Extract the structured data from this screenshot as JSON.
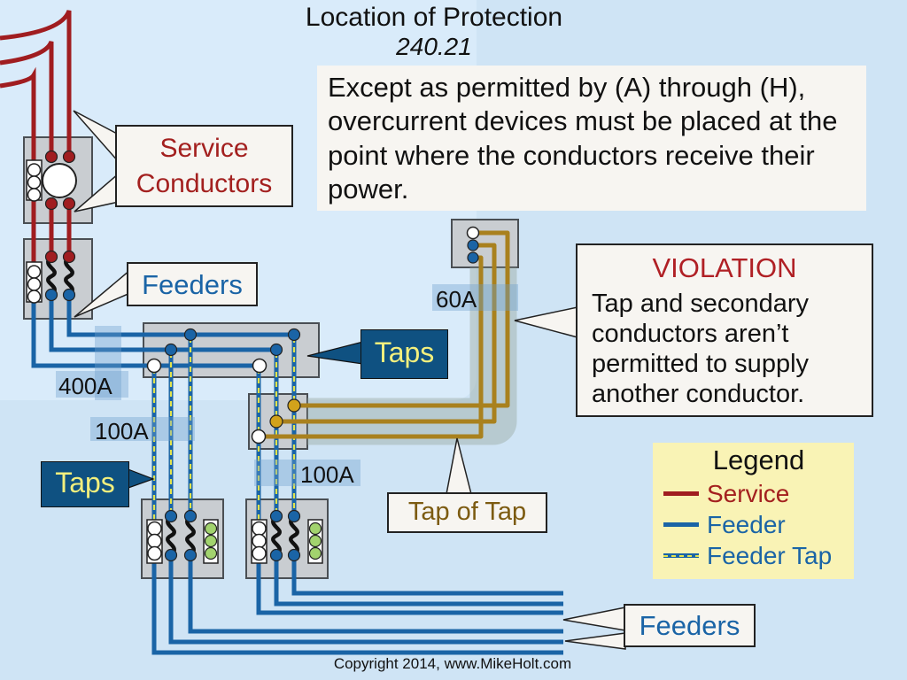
{
  "title": {
    "line1": "Location of Protection",
    "line2": "240.21"
  },
  "note": {
    "text": "Except as permitted by (A) through (H), overcurrent devices must be placed at the point where the conductors receive their power."
  },
  "callouts": {
    "service_conductors": "Service Conductors",
    "feeders_top": "Feeders",
    "taps_top": "Taps",
    "taps_left": "Taps",
    "tap_of_tap": "Tap of Tap",
    "feeders_bottom": "Feeders"
  },
  "violation": {
    "title": "VIOLATION",
    "body": "Tap and secondary conductors aren’t permitted to supply another conductor."
  },
  "ratings": {
    "feeder": "400A",
    "tap_left": "100A",
    "tap_right": "100A",
    "tap_of_tap": "60A"
  },
  "legend": {
    "title": "Legend",
    "items": [
      {
        "label": "Service",
        "type": "service"
      },
      {
        "label": "Feeder",
        "type": "feeder"
      },
      {
        "label": "Feeder Tap",
        "type": "feeder-tap"
      }
    ]
  },
  "footer": {
    "copyright": "Copyright 2014, www.MikeHolt.com"
  },
  "colors": {
    "bg": "#cfe4f5",
    "bg-light": "#d9ebfa",
    "service": "#a01d20",
    "red-text": "#a3201f",
    "violation-red": "#b02025",
    "feeder": "#1a64a6",
    "tap-dash": "#e3e34c",
    "gold": "#a9811e",
    "gold-dot": "#d2a21b",
    "box-gray": "#c9cdd1",
    "box-border": "#4a4f54",
    "green": "#a2d36e",
    "callout-bg": "#0f5181",
    "callout-text": "#f3ef7d",
    "legend-bg": "#f9f3b5",
    "panel-bg": "#f7f5f1",
    "brown": "#7c5b11",
    "band-blue": "rgba(110,160,205,0.38)",
    "band-gray": "rgba(150,168,158,0.42)"
  }
}
